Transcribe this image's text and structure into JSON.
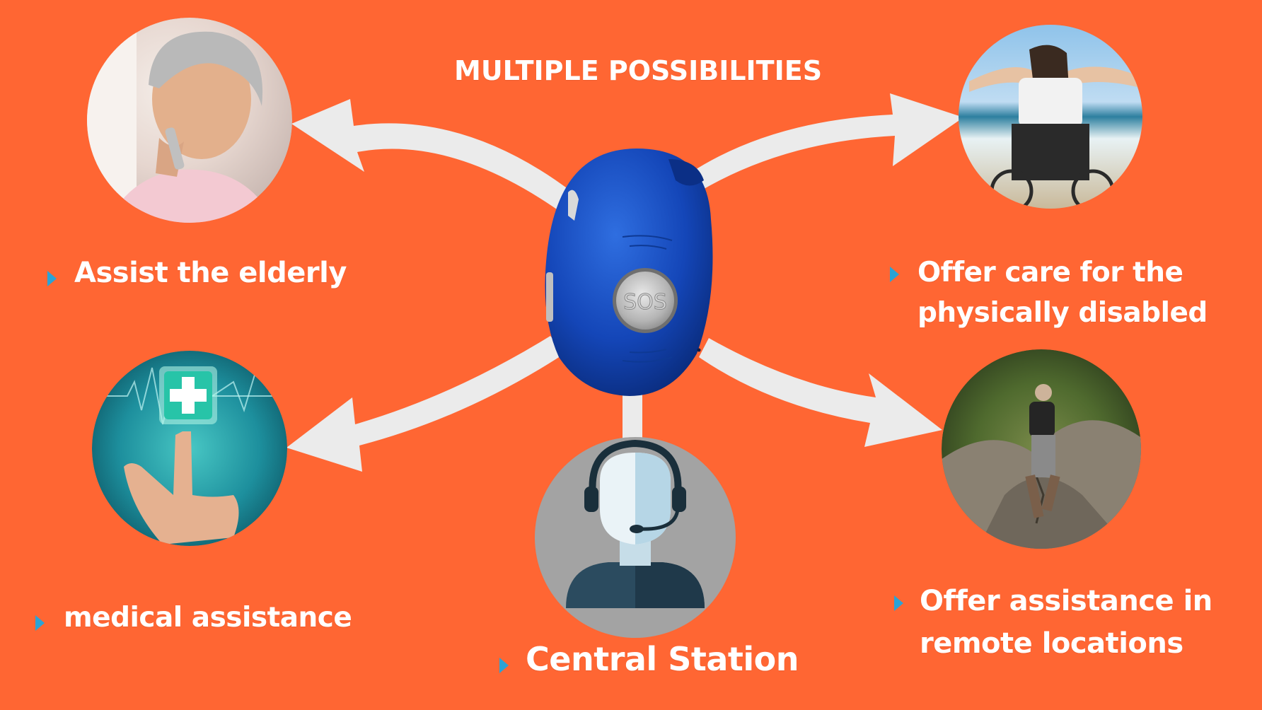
{
  "title": "MULTIPLE POSSIBILITIES",
  "device": {
    "button_label": "SOS"
  },
  "labels": {
    "elderly": "Assist the elderly",
    "disabled": [
      "Offer care for the",
      "physically disabled"
    ],
    "medical": "medical assistance",
    "central": "Central Station",
    "remote": [
      "Offer assistance in",
      "remote locations"
    ]
  },
  "colors": {
    "background": "#ff6633",
    "arrow": "#ebebeb",
    "bullet": "#2ba3d6",
    "device_blue": "#1446b8",
    "text": "#ffffff"
  },
  "icons": {
    "central": "operator-headset-icon",
    "bullet": "triangle-bullet-icon"
  }
}
